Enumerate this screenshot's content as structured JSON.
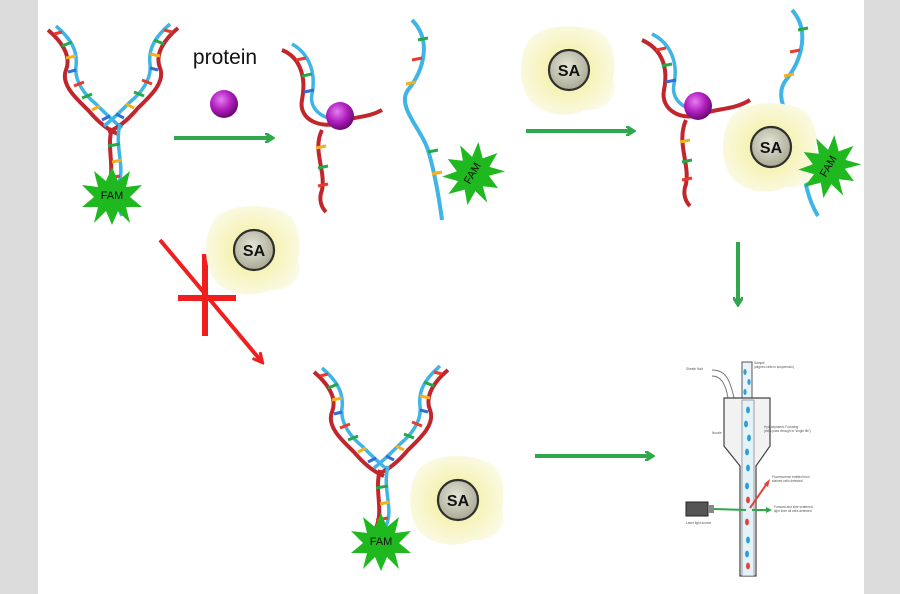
{
  "labels": {
    "protein": "protein",
    "sa": "SA",
    "fam": "FAM"
  },
  "colors": {
    "background": "#ffffff",
    "side_bars": "#dcdcdc",
    "arrow_green": "#2ea84a",
    "blocked_red": "#f01e1e",
    "dna_strand_red": "#c0262b",
    "dna_strand_blue": "#3fb4e6",
    "protein_purple": "#b21fbf",
    "fam_green": "#1fb81f",
    "sa_glow": "#f4f0b4",
    "sa_core": "#c8c8b6"
  },
  "icons": {
    "protein": "purple-sphere",
    "fam": "green-starburst",
    "sa": "yellow-blob-with-grey-disc",
    "dna": "double-helix-aptamer",
    "detector": "flow-cytometer-nozzle",
    "laser": "laser-source"
  },
  "cytometer": {
    "sheath_fluid": "Sheath fluid",
    "sample": "Sample",
    "sample_sub": "(aligned cells in suspension)",
    "nozzle": "Nozzle",
    "focusing": "Hydrodynamic Focusing",
    "focusing_sub": "(cells pass through in 'single file')",
    "fluorescence": "Fluorescence emitted from",
    "fluorescence_sub": "stained cells detected",
    "scatter": "Forward and side scattered",
    "scatter_sub": "light from all cells detected",
    "laser": "Laser light source"
  }
}
